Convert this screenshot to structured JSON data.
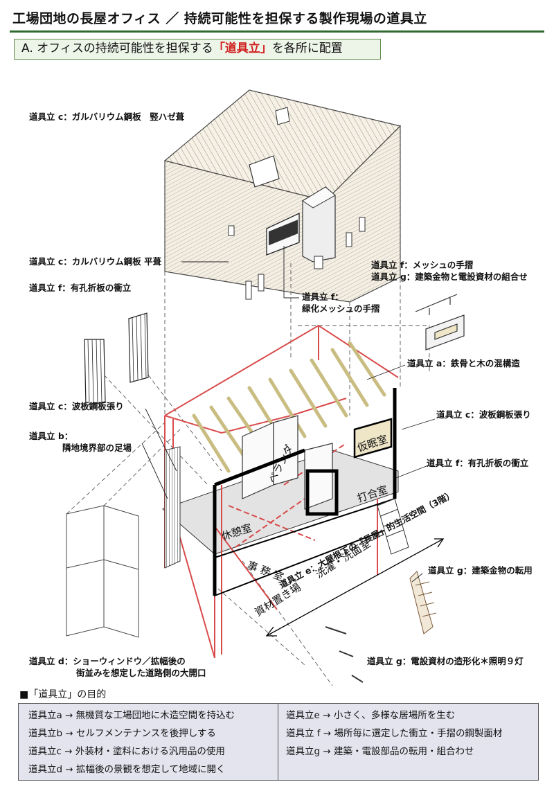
{
  "header": {
    "title": "工場団地の長屋オフィス ／ 持続可能性を担保する製作現場の道具立",
    "subtitle_prefix": "A. オフィスの持続可能性を担保する",
    "subtitle_accent": "「道具立」",
    "subtitle_suffix": "を各所に配置"
  },
  "callouts": {
    "c_roof": "道具立 c：ガルバリウム鋼板　竪ハゼ葺",
    "c_wall": "道具立 c：カルバリウム鋼板 平葺",
    "f_left": "道具立 f：有孔折板の衝立",
    "f_green_1": "道具立 f：",
    "f_green_2": "緑化メッシュの手摺",
    "f_mesh": "道具立 f：メッシュの手摺",
    "g_combo": "道具立 g：建築金物と電設資材の組合せ",
    "a_frame": "道具立 a：鉄骨と木の混構造",
    "c_corr_left": "道具立 c：波板鋼板張り",
    "c_corr_right": "道具立 c：波板鋼板張り",
    "b_1": "道具立 b：",
    "b_2": "隣地境界部の足場",
    "f_right": "道具立 f：有孔折板の衝立",
    "g_reuse": "道具立 g：建築金物の転用",
    "d_1": "道具立 d：ショーウィンドウ／拡幅後の",
    "d_2": "街並みを想定した道路側の大開口",
    "g_light": "道具立 g：電設資材の造形化＊照明９灯",
    "e_axis": "道具立 e：大屋根下の「長屋」的生活空間（3階）"
  },
  "rooms": {
    "veranda": "ベランダ",
    "nap": "仮眠室",
    "meeting": "打合室",
    "rest": "休憩室",
    "office": "事 務 室",
    "laundry": "洗濯・洗面室",
    "storage": "資材置き場"
  },
  "purpose": {
    "title": "■「道具立」の目的",
    "left": [
      "道具立a → 無機質な工場団地に木造空間を持込む",
      "道具立b → セルフメンテナンスを後押しする",
      "道具立c → 外装材・塗料における汎用品の使用",
      "道具立d → 拡幅後の景観を想定して地域に開く"
    ],
    "right": [
      "道具立e → 小さく、多様な居場所を生む",
      "道具立 f → 場所毎に選定した衝立・手摺の鋼製面材",
      "道具立g → 建築・電設部品の転用・組合わせ"
    ]
  },
  "colors": {
    "title_rule": "#2f6b2f",
    "subtitle_bg": "#edf4e8",
    "accent_red": "#d11f1f",
    "steel_frame": "#d94a4a",
    "timber": "#e0d7a8",
    "purpose_bg": "#e4e4ef"
  }
}
